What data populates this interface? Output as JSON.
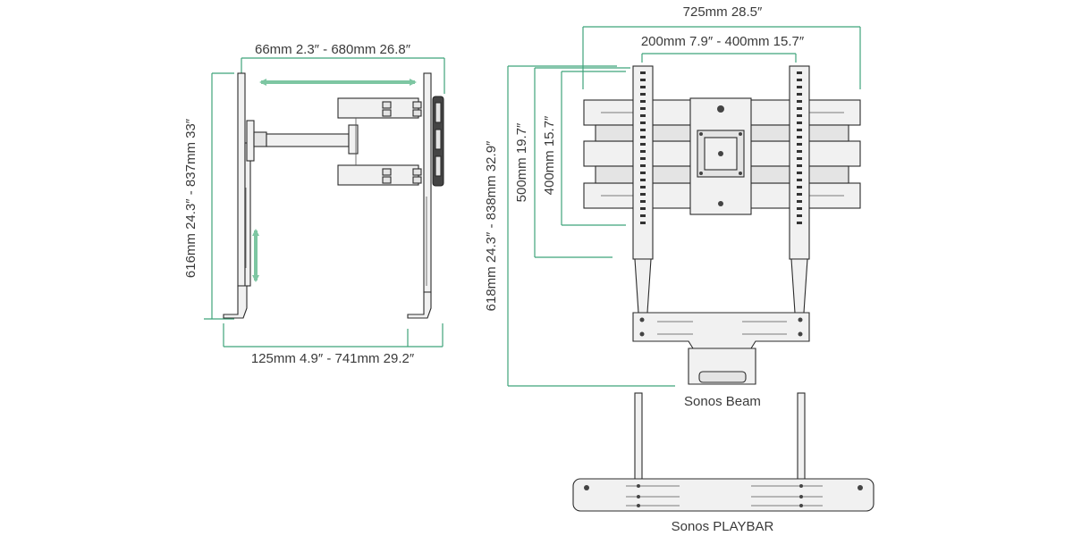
{
  "labels": {
    "side_depth": "66mm 2.3″ - 680mm 26.8″",
    "side_height": "616mm 24.3″ - 837mm 33″",
    "side_floor": "125mm 4.9″ - 741mm 29.2″",
    "front_width": "725mm 28.5″",
    "vesa_horizontal": "200mm 7.9″ - 400mm 15.7″",
    "vesa_500": "500mm 19.7″",
    "vesa_400": "400mm 15.7″",
    "front_height": "618mm 24.3″ - 838mm 32.9″"
  },
  "captions": {
    "beam": "Sonos Beam",
    "playbar": "Sonos PLAYBAR"
  },
  "colors": {
    "dimension_line": "#3fa37a",
    "arrow": "#7dc6a2",
    "outline": "#2b2b2b",
    "fill": "#f1f1f1"
  }
}
